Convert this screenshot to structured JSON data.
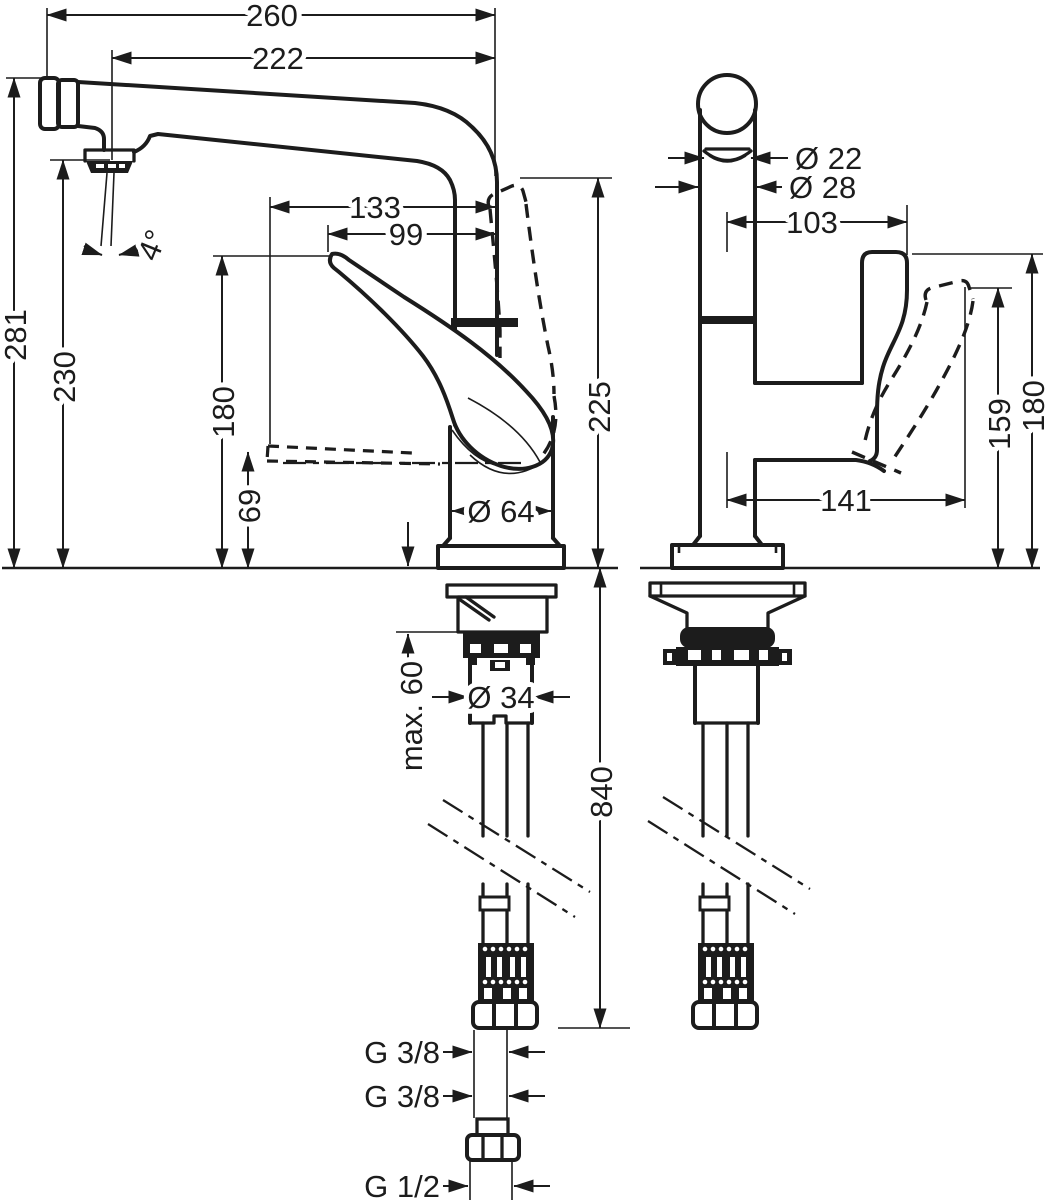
{
  "page": {
    "background": "#ffffff",
    "line_color": "#1c1c1c"
  },
  "front_view": {
    "dims": {
      "overall_depth": "260",
      "spout_reach": "222",
      "handle_reach": "133",
      "handle_reach_raised": "99",
      "overall_height": "281",
      "aerator_height": "230",
      "handle_tip_height": "180",
      "handle_clearance": "69",
      "stream_angle": "4°",
      "body_diameter": "Ø 64",
      "height_above_deck": "225",
      "max_deck_thickness": "max. 60",
      "hole_diameter": "Ø 34",
      "hose_length": "840"
    },
    "connections": {
      "hose_1": "G 3/8",
      "hose_2": "G 3/8",
      "shank": "G 1/2"
    }
  },
  "side_view": {
    "dims": {
      "aerator_diameter": "Ø 22",
      "spout_pipe_diameter": "Ø 28",
      "handle_offset": "103",
      "handle_height_open": "159",
      "handle_height": "180",
      "handle_depth": "141"
    }
  }
}
